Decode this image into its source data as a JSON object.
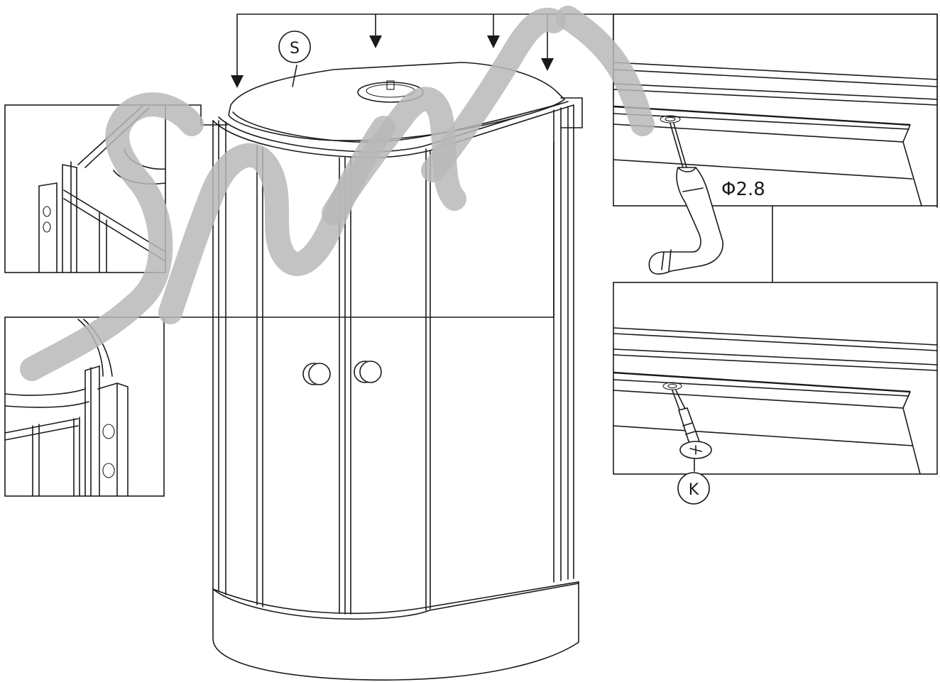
{
  "callouts": {
    "top_cover": "S",
    "screw": "K"
  },
  "dimensions": {
    "drill_bit": "Φ2.8"
  },
  "colors": {
    "line": "#1a1a1a",
    "watermark": "#b9b9b9",
    "background": "#ffffff"
  }
}
